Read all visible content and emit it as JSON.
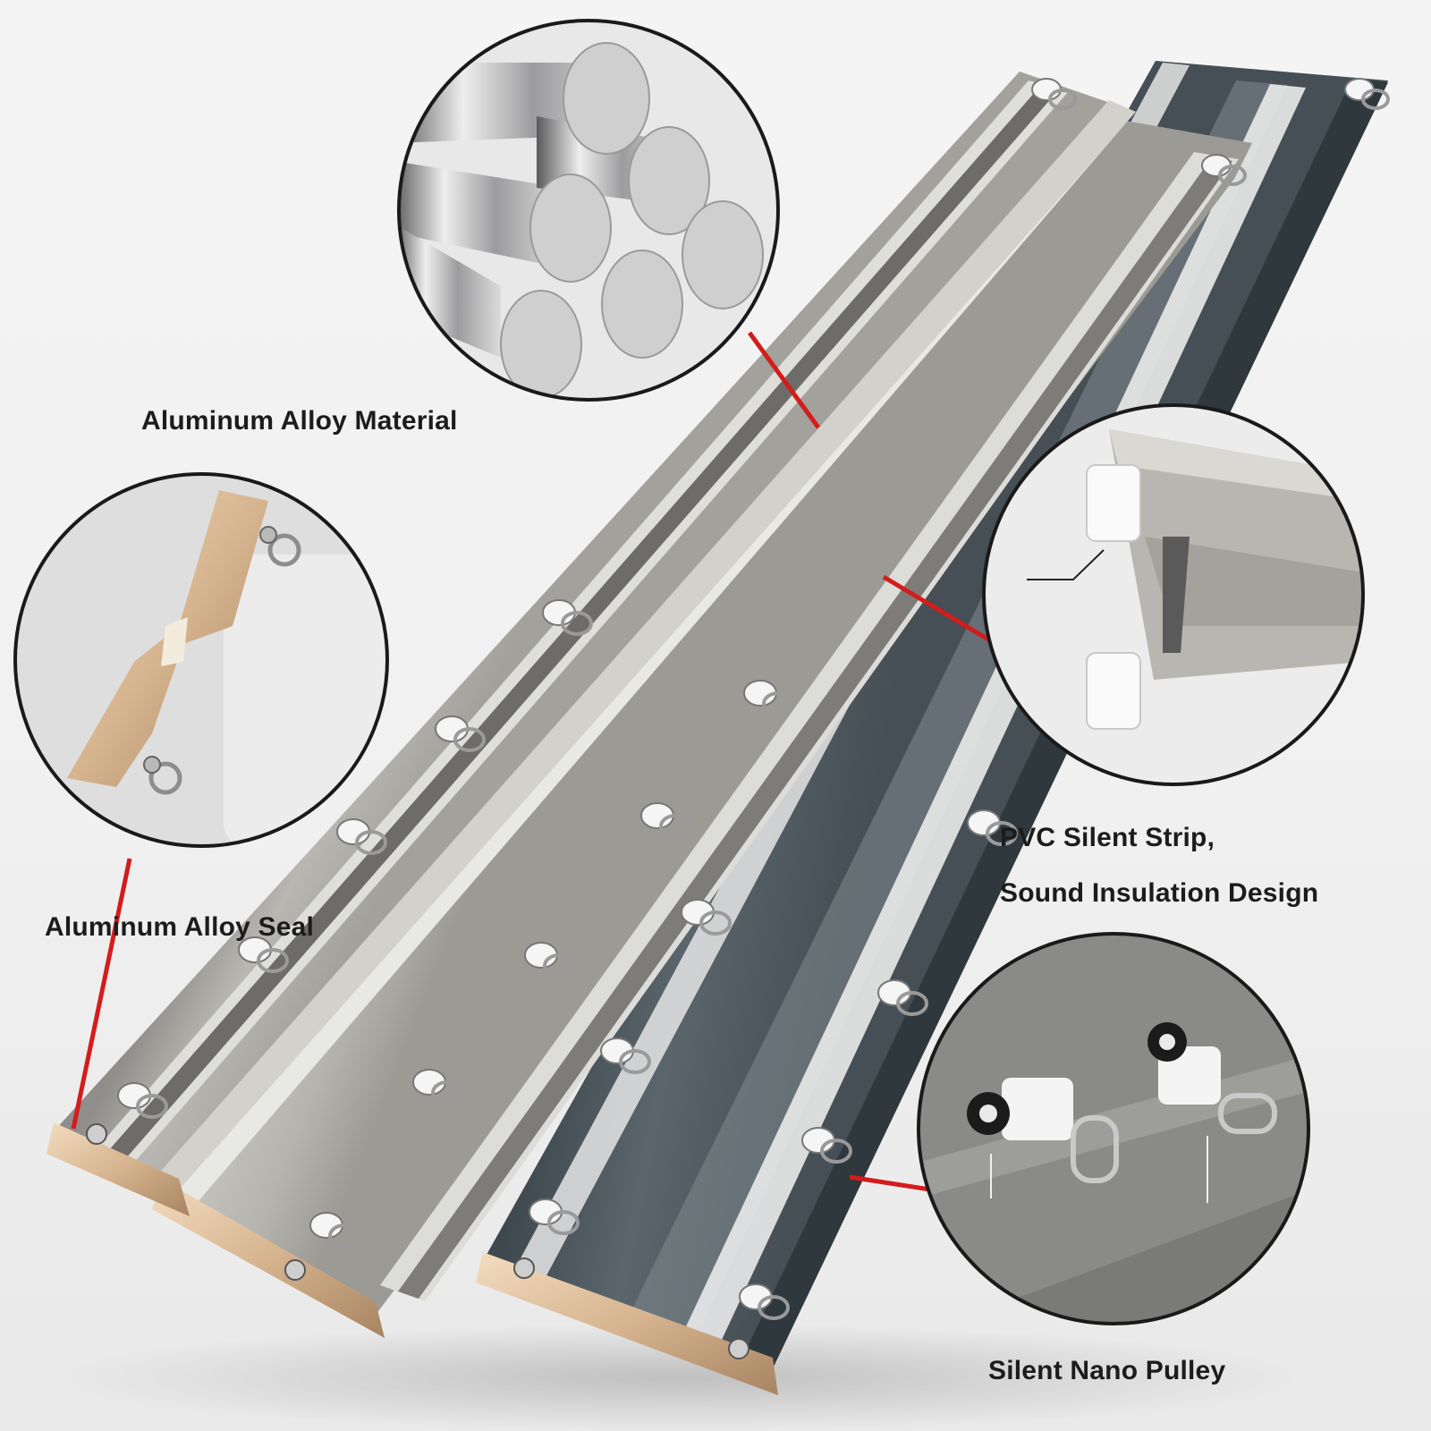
{
  "callouts": {
    "material": "Aluminum Alloy Material",
    "seal": "Aluminum Alloy Seal",
    "strip_line1": "PVC Silent Strip,",
    "strip_line2": "Sound Insulation Design",
    "pulley": "Silent Nano Pulley"
  },
  "colors": {
    "background": "#f1f1f1",
    "rail_silver": "#a9a8a3",
    "rail_dark": "#4e5a60",
    "end_cap_gold": "#d8b894",
    "pointer_red": "#d41c1c",
    "label_text": "#1c1c1c"
  },
  "icons": {
    "rods": "aluminum-rods-closeup",
    "end_cap": "gold-end-cap-closeup",
    "profile": "pvc-strip-profile-closeup",
    "pulley": "nylon-pulley-closeup"
  }
}
